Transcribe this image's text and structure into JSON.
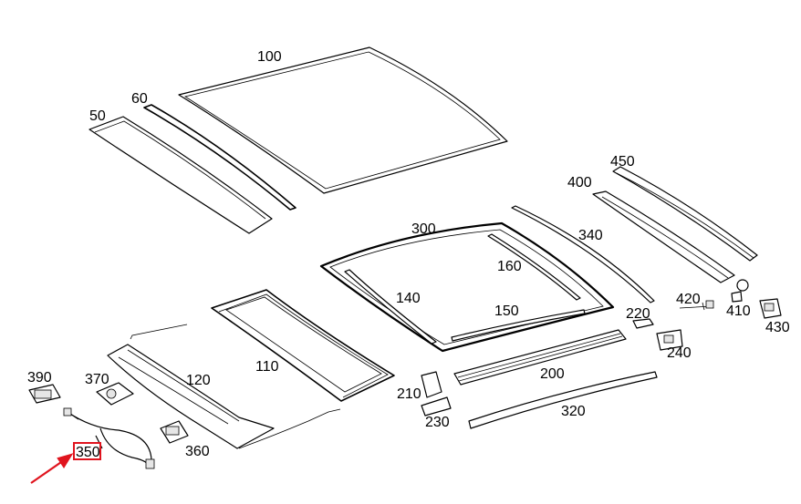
{
  "labels": {
    "p50": "50",
    "p60": "60",
    "p100": "100",
    "p110": "110",
    "p120": "120",
    "p140": "140",
    "p150": "150",
    "p160": "160",
    "p200": "200",
    "p210": "210",
    "p220": "220",
    "p230": "230",
    "p240": "240",
    "p300": "300",
    "p320": "320",
    "p340": "340",
    "p350": "350",
    "p360": "360",
    "p370": "370",
    "p390": "390",
    "p400": "400",
    "p410": "410",
    "p420": "420",
    "p430": "430",
    "p450": "450"
  },
  "highlight": {
    "part": "350",
    "color": "#e0141e"
  }
}
